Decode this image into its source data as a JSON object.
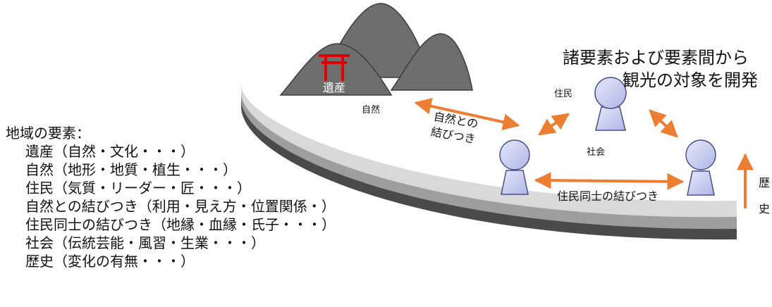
{
  "heading": {
    "line1": "諸要素および要素間から",
    "line2": "観光の対象を開発"
  },
  "labels": {
    "heritage": "遺産",
    "nature": "自然",
    "residents": "住民",
    "society": "社会",
    "nature_link_line1": "自然との",
    "nature_link_line2": "結びつき",
    "resident_link": "住民同士の結びつき",
    "history_char1": "歴",
    "history_char2": "史"
  },
  "legend": {
    "title": "地域の要素：",
    "items": [
      "遺産（自然・文化・・・）",
      "自然（地形・地質・植生・・・）",
      "住民（気質・リーダー・匠・・・）",
      "自然との結びつき（利用・見え方・位置関係・）",
      "住民同士の結びつき（地縁・血縁・氏子・・・）",
      "社会（伝統芸能・風習・生業・・・）",
      "歴史（変化の有無・・・）"
    ]
  },
  "colors": {
    "arrow": "#ED7D31",
    "mountain": "#6E6E6E",
    "mountain_stroke": "#3C3C3C",
    "torii": "#E00000",
    "person_fill": "#C5CCF0",
    "person_stroke": "#4A4F88",
    "disc_top": "#FFFFFF",
    "disc_layer1": "#D9D9D9",
    "disc_layer2": "#9E9E9E",
    "disc_layer3": "#4A4A4A"
  },
  "icons": [
    "mountain-icon",
    "torii-icon",
    "person-icon",
    "double-arrow-icon",
    "up-arrow-icon"
  ]
}
